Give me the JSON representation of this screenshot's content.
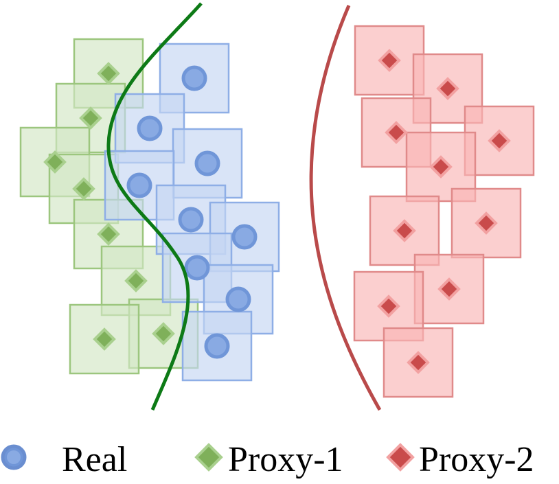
{
  "legend": {
    "real_label": "Real",
    "proxy1_label": "Proxy-1",
    "proxy2_label": "Proxy-2"
  },
  "colors": {
    "real_fill": "#c5d5f2",
    "real_stroke": "#8eaee6",
    "real_marker": "#7096d8",
    "proxy1_fill": "#d3e6c4",
    "proxy1_stroke": "#9cc67e",
    "proxy1_marker": "#7fb05a",
    "proxy2_fill": "#f9b6b6",
    "proxy2_stroke": "#e08a8a",
    "proxy2_marker": "#c94b4b",
    "boundary_green": "#0d7a16",
    "boundary_red": "#b94a4a"
  },
  "icons": {
    "real": "circle-icon",
    "proxy1": "diamond-icon",
    "proxy2": "diamond-icon"
  }
}
